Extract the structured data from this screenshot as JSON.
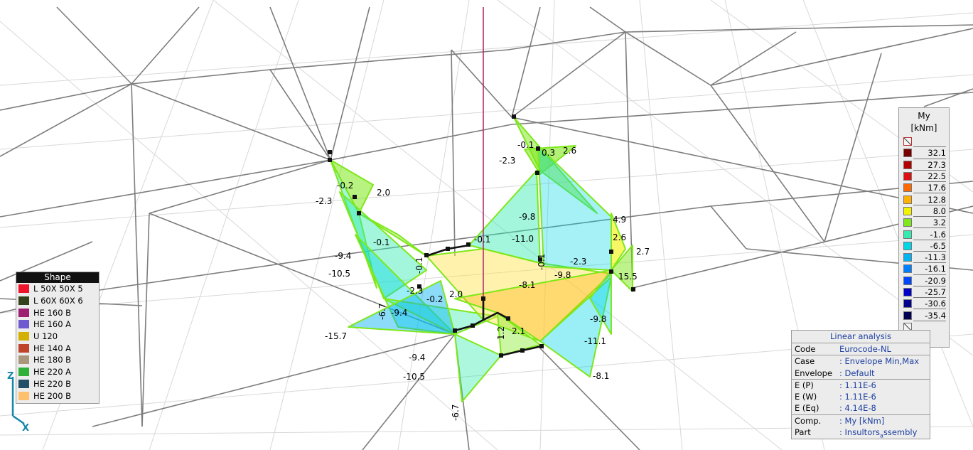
{
  "shape_legend": {
    "title": "Shape",
    "items": [
      {
        "label": "L  50X 50X 5",
        "color": "#f0142a"
      },
      {
        "label": "L  60X 60X 6",
        "color": "#34421c"
      },
      {
        "label": "HE  160 B",
        "color": "#9e1f72"
      },
      {
        "label": "HE  160 A",
        "color": "#6f5bcf"
      },
      {
        "label": "U 120",
        "color": "#d4b000"
      },
      {
        "label": "HE  140 A",
        "color": "#c0442a"
      },
      {
        "label": "HE  180 B",
        "color": "#a8977a"
      },
      {
        "label": "HE  220 A",
        "color": "#2fb038"
      },
      {
        "label": "HE  220 B",
        "color": "#234e67"
      },
      {
        "label": "HE  200 B",
        "color": "#ffc06e"
      }
    ]
  },
  "color_scale": {
    "title": "My",
    "unit": "[kNm]",
    "entries": [
      {
        "value": "32.1",
        "color": "#7a0000"
      },
      {
        "value": "27.3",
        "color": "#b50000"
      },
      {
        "value": "22.5",
        "color": "#dd1010"
      },
      {
        "value": "17.6",
        "color": "#ff6a00"
      },
      {
        "value": "12.8",
        "color": "#ffb000"
      },
      {
        "value": "8.0",
        "color": "#f2f200"
      },
      {
        "value": "3.2",
        "color": "#7ee81a"
      },
      {
        "value": "-1.6",
        "color": "#33eab0"
      },
      {
        "value": "-6.5",
        "color": "#00d6e6"
      },
      {
        "value": "-11.3",
        "color": "#00b2f2"
      },
      {
        "value": "-16.1",
        "color": "#0080ff"
      },
      {
        "value": "-20.9",
        "color": "#0046ff"
      },
      {
        "value": "-25.7",
        "color": "#0000c8"
      },
      {
        "value": "-30.6",
        "color": "#00008c"
      },
      {
        "value": "-35.4",
        "color": "#000050"
      }
    ]
  },
  "analysis_panel": {
    "title": "Linear analysis",
    "rows": [
      {
        "key": "Code",
        "value": "Eurocode-NL"
      },
      {
        "key": "Case",
        "value": ": Envelope Min,Max"
      },
      {
        "key": "Envelope",
        "value": ": Default"
      },
      {
        "key": "E (P)",
        "value": ": 1.11E-6"
      },
      {
        "key": "E (W)",
        "value": ": 1.11E-6"
      },
      {
        "key": "E (Eq)",
        "value": ": 4.14E-8"
      },
      {
        "key": "Comp.",
        "value": ": My [kNm]"
      },
      {
        "key": "Part",
        "value_prefix": ": Insultors",
        "value_sub": "a",
        "value_suffix": "ssembly"
      }
    ]
  },
  "axes": {
    "z": "Z",
    "x": "X"
  },
  "diagram_labels": [
    "-0.1",
    "0.3",
    "2.6",
    "-2.3",
    "-0.2",
    "2.0",
    "-2.3",
    "-9.8",
    "4.9",
    "-0.1",
    "-0.1",
    "-11.0",
    "2.6",
    "2.7",
    "-9.4",
    "-2.3",
    "-0.1",
    "-0.1",
    "-9.8",
    "15.5",
    "-10.5",
    "-8.1",
    "-2.3",
    "-6.7",
    "-9.4",
    "-0.2",
    "2.0",
    "-15.7",
    "1.2",
    "2.1",
    "-9.8",
    "-11.1",
    "-9.4",
    "-10.5",
    "-8.1",
    "-6.7"
  ]
}
